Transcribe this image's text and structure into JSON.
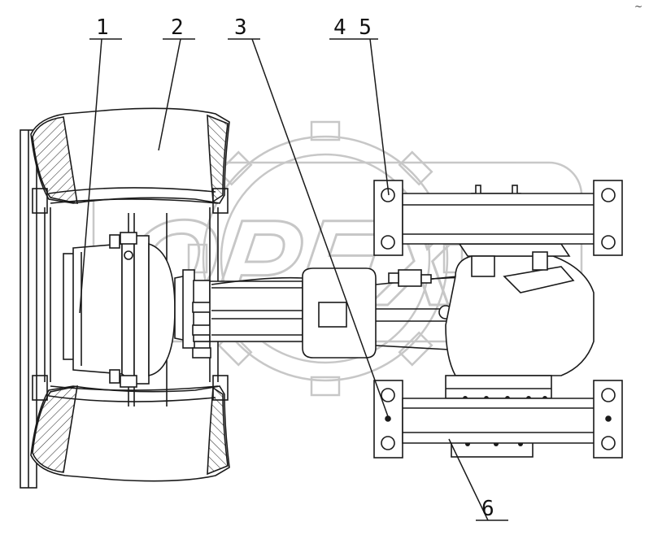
{
  "diagram": {
    "watermark": "OPEX",
    "callouts": [
      {
        "id": "c1",
        "label": "1"
      },
      {
        "id": "c2",
        "label": "2"
      },
      {
        "id": "c3",
        "label": "3"
      },
      {
        "id": "c45",
        "label": "4 5"
      },
      {
        "id": "c6",
        "label": "6"
      }
    ],
    "corner_mark": "~"
  },
  "colors": {
    "line": "#1a1a1a",
    "watermark_stroke": "#9a9a9a",
    "background": "#ffffff"
  }
}
